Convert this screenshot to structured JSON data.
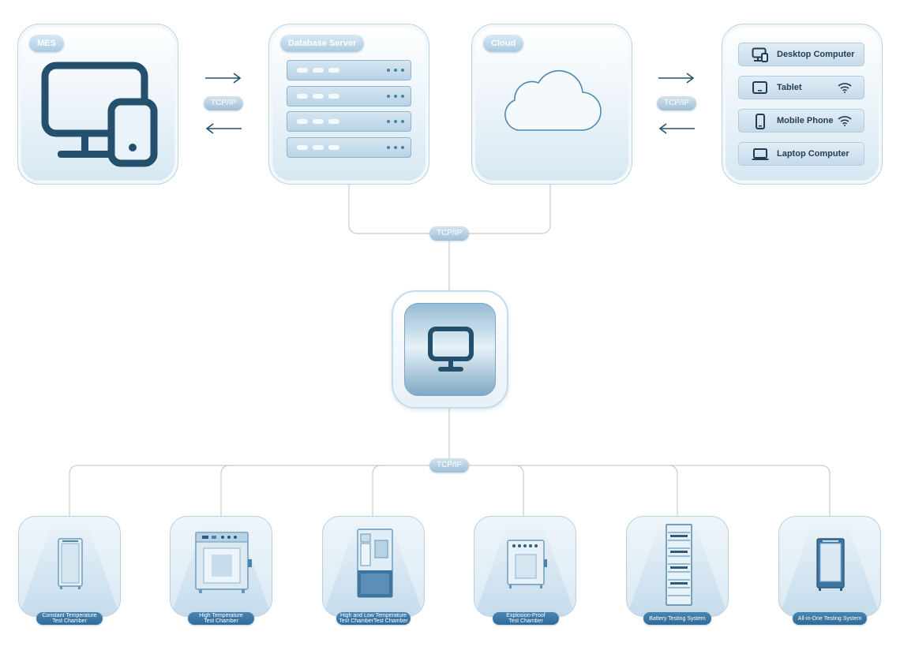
{
  "top": {
    "mes_label": "MES",
    "database_label": "Database Server",
    "cloud_label": "Cloud",
    "tcp_left": "TCP/IP",
    "tcp_right": "TCP/IP",
    "devices": [
      {
        "label": "Desktop Computer",
        "icon": "desktop-phone-icon",
        "wifi": false
      },
      {
        "label": "Tablet",
        "icon": "tablet-icon",
        "wifi": true
      },
      {
        "label": "Mobile Phone",
        "icon": "mobile-phone-icon",
        "wifi": true
      },
      {
        "label": "Laptop Computer",
        "icon": "laptop-icon",
        "wifi": false
      }
    ]
  },
  "middle": {
    "tcp_upper": "TCP/IP",
    "tcp_lower": "TCP/IP",
    "center_icon": "monitor-icon"
  },
  "chambers": [
    {
      "line1": "Constant Temperature",
      "line2": "Test Chamber"
    },
    {
      "line1": "High Temperature",
      "line2": "Test Chamber"
    },
    {
      "line1": "High and Low Temperature",
      "line2": "Test ChamberTest Chamber"
    },
    {
      "line1": "Explosion-Proof",
      "line2": "Test Chamber"
    },
    {
      "line1": "Battery Testing System",
      "line2": ""
    },
    {
      "line1": "All-in-One Testing System",
      "line2": ""
    }
  ],
  "colors": {
    "icon_dark": "#24506e",
    "line": "#c9cfd4",
    "accent": "#3a75a3"
  }
}
